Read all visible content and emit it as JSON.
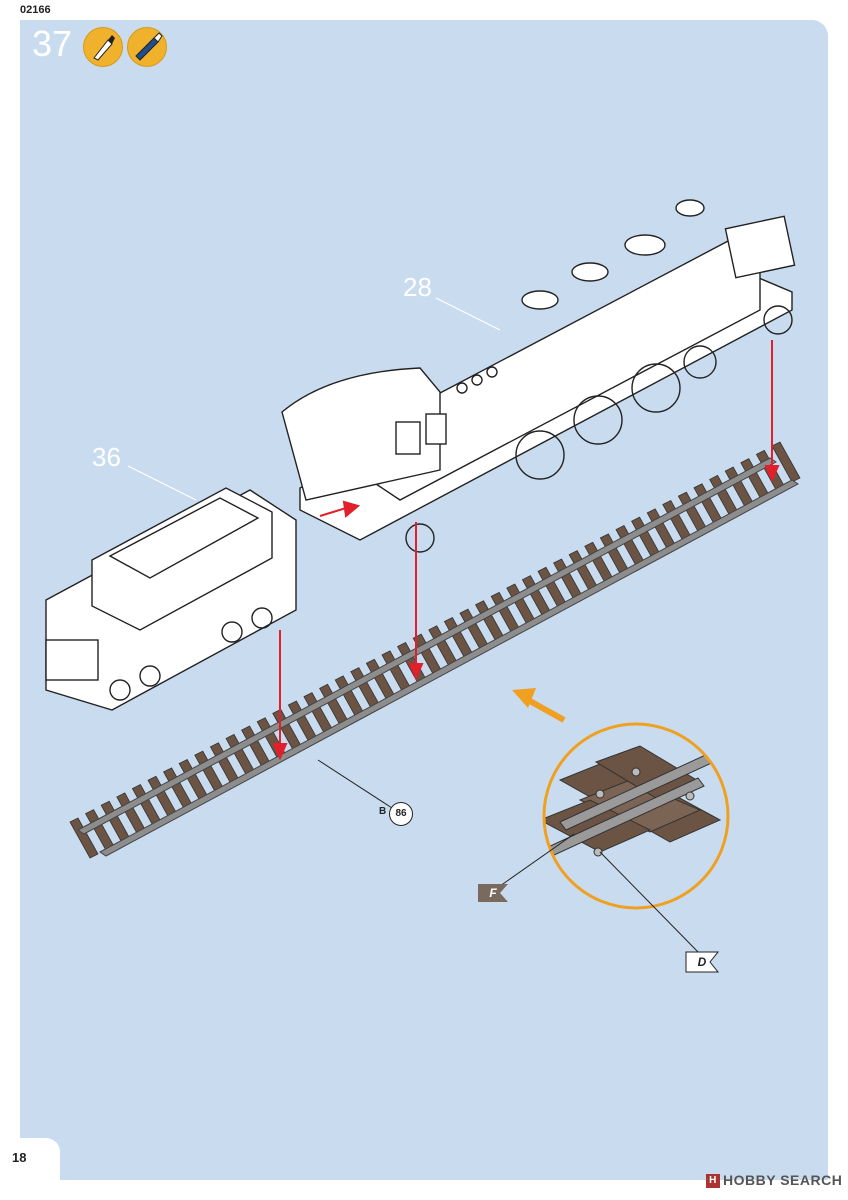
{
  "header": {
    "kit_code": "02166"
  },
  "step": {
    "number": "37",
    "tools": [
      "glue-icon",
      "paint-brush-icon"
    ]
  },
  "parts": {
    "locomotive": "28",
    "tender": "36",
    "track_sprue": "B",
    "track_part": "86"
  },
  "detail_labels": {
    "flag_1": "F",
    "flag_2": "D"
  },
  "footer": {
    "page_number": "18",
    "watermark": "HOBBY SEARCH"
  },
  "colors": {
    "panel": "#c9dcef",
    "arrow": "#e0202a",
    "highlight": "#f0a020",
    "sleeper": "#6b5444",
    "rail": "#8d8d8d"
  }
}
